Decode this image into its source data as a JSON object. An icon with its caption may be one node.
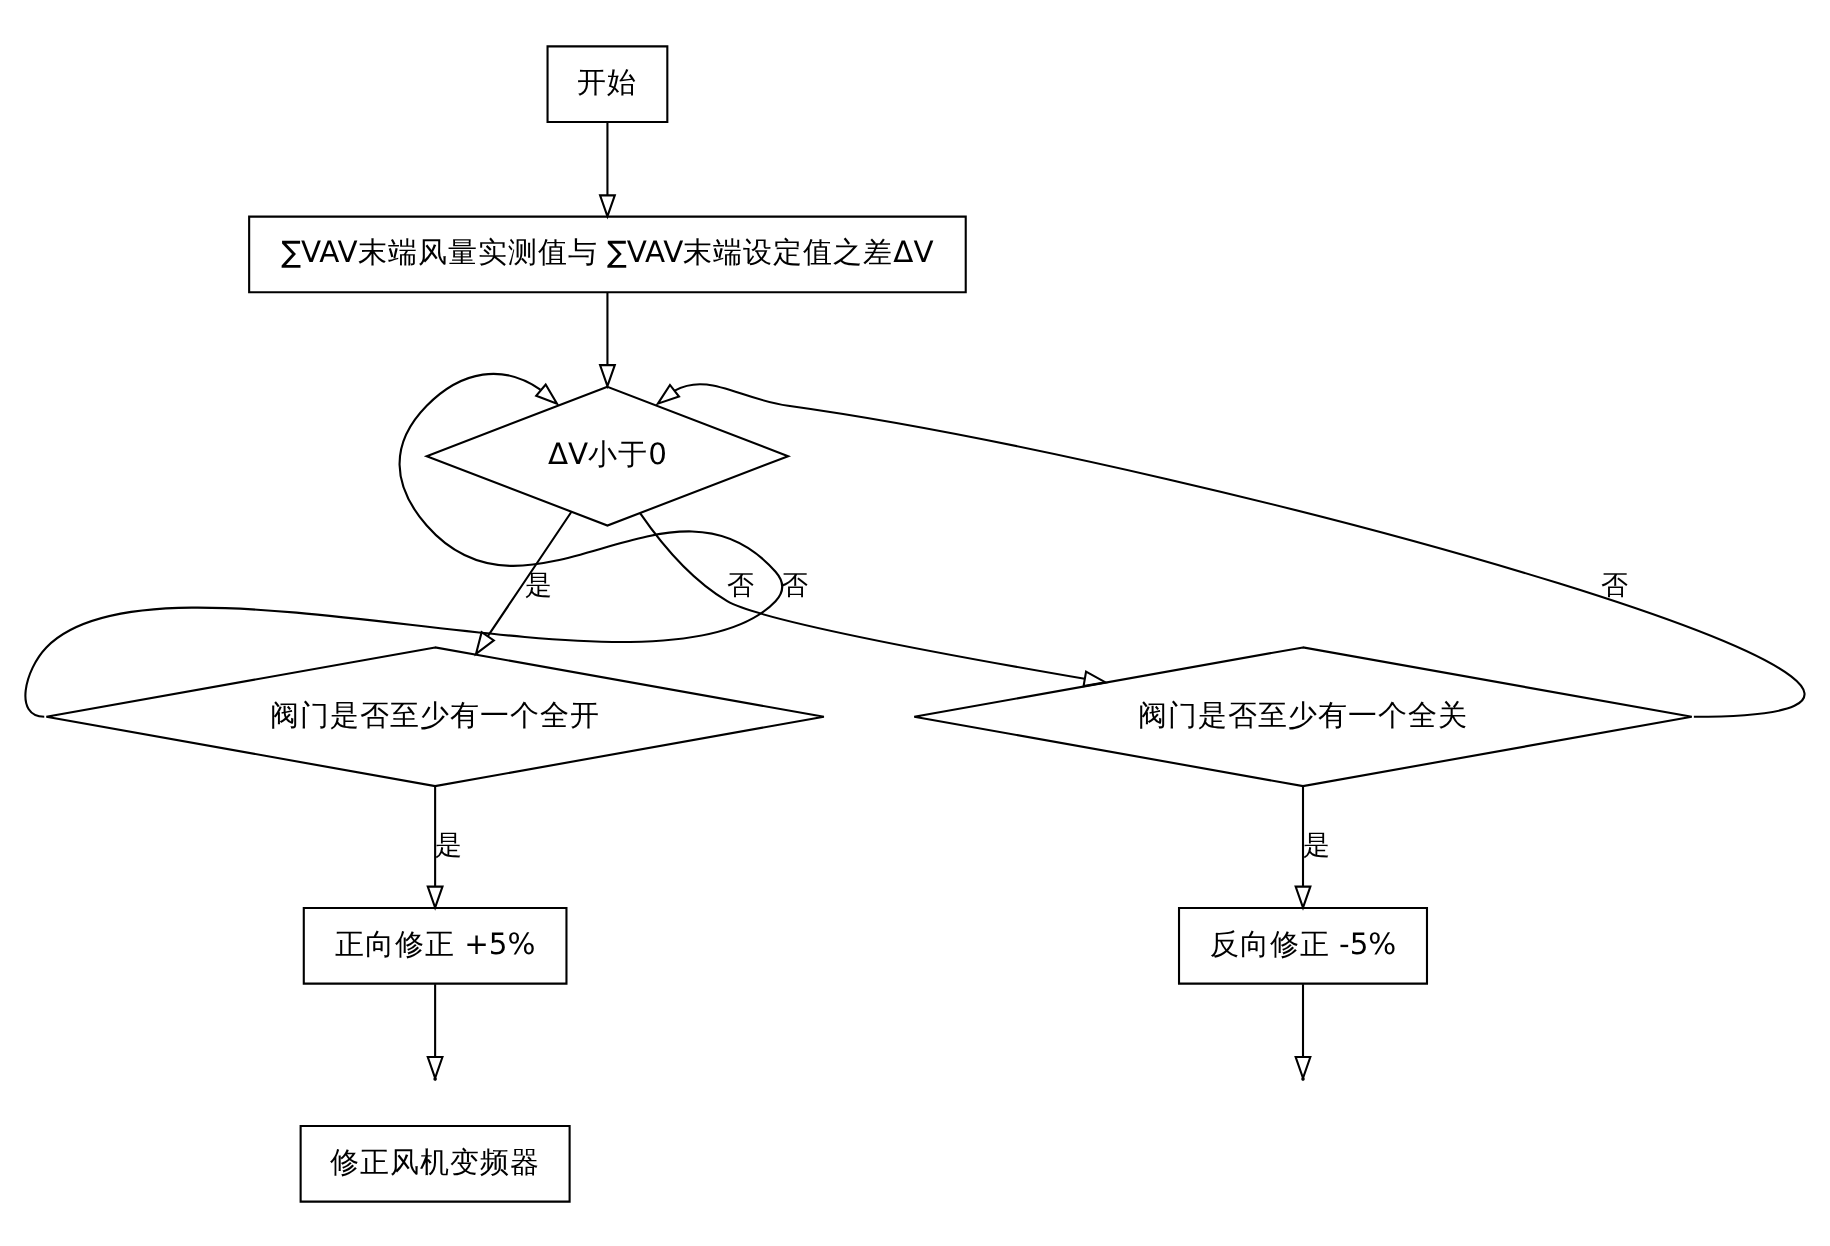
{
  "diagram": {
    "nodes": [
      {
        "text": [
          "开始"
        ]
      },
      {
        "text": [
          "∑VAV末端风量实测值与 ∑VAV末端设定值之差ΔV"
        ]
      },
      {
        "text": [
          "ΔV小于0"
        ]
      },
      {
        "text": [
          "阀门是否至少有一个全开"
        ]
      },
      {
        "text": [
          "阀门是否至少有一个全关"
        ]
      },
      {
        "text": [
          "正向修正 +5%"
        ]
      },
      {
        "text": [
          "反向修正 -5%"
        ]
      },
      {
        "text": [
          "修正风机变频器"
        ]
      }
    ],
    "edges": [
      {
        "from": 0,
        "to": 1,
        "arrow": "to"
      },
      {
        "from": 1,
        "to": 2,
        "arrow": "to"
      },
      {
        "from": 2,
        "to": 3,
        "label": "是",
        "arrow": "to"
      },
      {
        "from": 2,
        "to": 4,
        "label": "否",
        "arrow": "to"
      },
      {
        "from": 3,
        "to": 2,
        "label": "否",
        "arrow": "to"
      },
      {
        "from": 4,
        "to": 2,
        "label": "否",
        "arrow": "to"
      },
      {
        "from": 3,
        "to": 5,
        "label": "是",
        "arrow": "to"
      },
      {
        "from": 4,
        "to": 6,
        "label": "是",
        "arrow": "to"
      },
      {
        "from": 5,
        "to": null,
        "arrow": "to"
      },
      {
        "from": 6,
        "to": null,
        "arrow": "to"
      }
    ]
  }
}
